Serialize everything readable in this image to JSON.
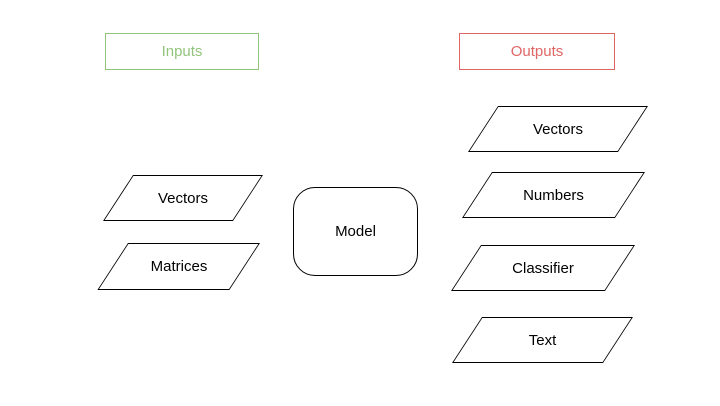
{
  "diagram": {
    "background_color": "#ffffff",
    "stroke_color": "#000000",
    "headers": {
      "inputs": {
        "label": "Inputs",
        "color": "#93c47d"
      },
      "outputs": {
        "label": "Outputs",
        "color": "#e06666"
      }
    },
    "model": {
      "label": "Model"
    },
    "inputs": [
      {
        "label": "Vectors"
      },
      {
        "label": "Matrices"
      }
    ],
    "outputs": [
      {
        "label": "Vectors"
      },
      {
        "label": "Numbers"
      },
      {
        "label": "Classifier"
      },
      {
        "label": "Text"
      }
    ]
  }
}
